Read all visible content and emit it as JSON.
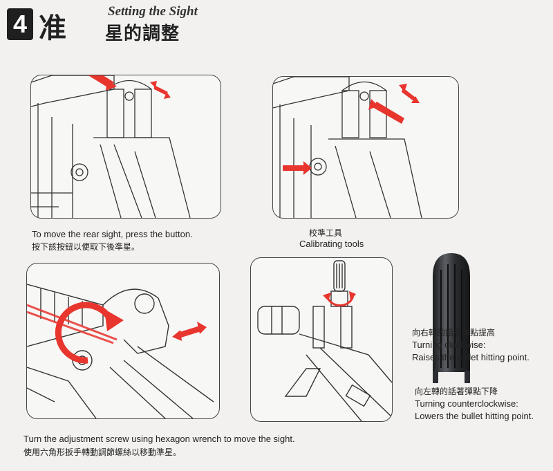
{
  "header": {
    "step_number": "4",
    "title_zh_char": "准",
    "title_zh_rest": "星的調整",
    "title_en": "Setting the Sight"
  },
  "captions": {
    "press_button_en": "To move the rear sight, press the button.",
    "press_button_zh": "按下該按鈕以便取下後準星。",
    "tools_zh": "校準工具",
    "tools_en": "Calibrating tools",
    "clockwise_zh": "向右轉的話著彈點提高",
    "clockwise_en_1": "Turning clockwise:",
    "clockwise_en_2": "Raises the bullet hitting point.",
    "counter_zh": "向左轉的話著彈點下降",
    "counter_en_1": "Turning counterclockwise:",
    "counter_en_2": "Lowers the bullet hitting point.",
    "wrench_en": "Turn the adjustment screw using hexagon wrench to move the sight.",
    "wrench_zh": "使用六角形扳手轉動調節螺絲以移動準星。"
  },
  "colors": {
    "arrow_red": "#e8352e",
    "line_dark": "#333333",
    "tool_black": "#2b2d30"
  }
}
